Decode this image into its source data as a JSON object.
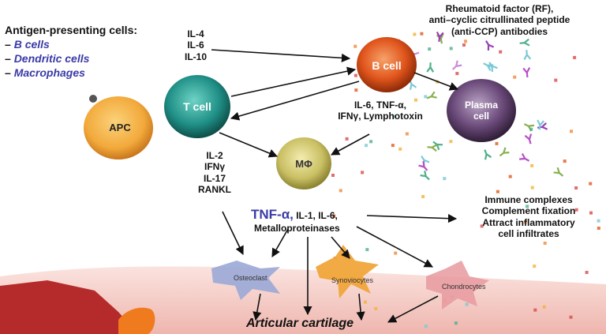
{
  "apc_panel": {
    "title": "Antigen-presenting cells:",
    "items": [
      {
        "bullet": "–",
        "label": "B cells"
      },
      {
        "bullet": "–",
        "label": "Dendritic cells"
      },
      {
        "bullet": "–",
        "label": "Macrophages"
      }
    ]
  },
  "antibodies_label": {
    "line1": "Rheumatoid factor (RF),",
    "line2": "anti–cyclic citrullinated peptide",
    "line3": "(anti-CCP) antibodies"
  },
  "cells": {
    "apc": "APC",
    "t_cell": "T cell",
    "b_cell": "B cell",
    "plasma_line1": "Plasma",
    "plasma_line2": "cell",
    "macrophage": "MΦ",
    "osteoclast": "Osteoclast",
    "synoviocytes": "Synoviocytes",
    "chondrocytes": "Chondrocytes"
  },
  "cytokines_t_to_b": [
    "IL-4",
    "IL-6",
    "IL-10"
  ],
  "cytokines_b_out": {
    "line1": "IL-6, TNF-α,",
    "line2": "IFNγ, Lymphotoxin"
  },
  "cytokines_t_to_tissue": [
    "IL-2",
    "IFNγ",
    "IL-17",
    "RANKL"
  ],
  "macrophage_products": {
    "tnf": "TNF-α,",
    "rest": " IL-1, IL-6,",
    "line2": "Metalloproteinases"
  },
  "effects": [
    "Immune complexes",
    "Complement fixation",
    "Attract inflammatory",
    "cell infiltrates"
  ],
  "tissue_label": "Articular cartilage",
  "colors": {
    "accent_blue": "#3a3aa8",
    "apc_fill": "#f2a93b",
    "t_cell_fill": "#1f8f86",
    "b_cell_fill": "#e0551c",
    "plasma_fill": "#6b4a7a",
    "macrophage_fill": "#c9bf63",
    "cartilage": "#f3c7c2",
    "bone": "#b52a2a"
  }
}
